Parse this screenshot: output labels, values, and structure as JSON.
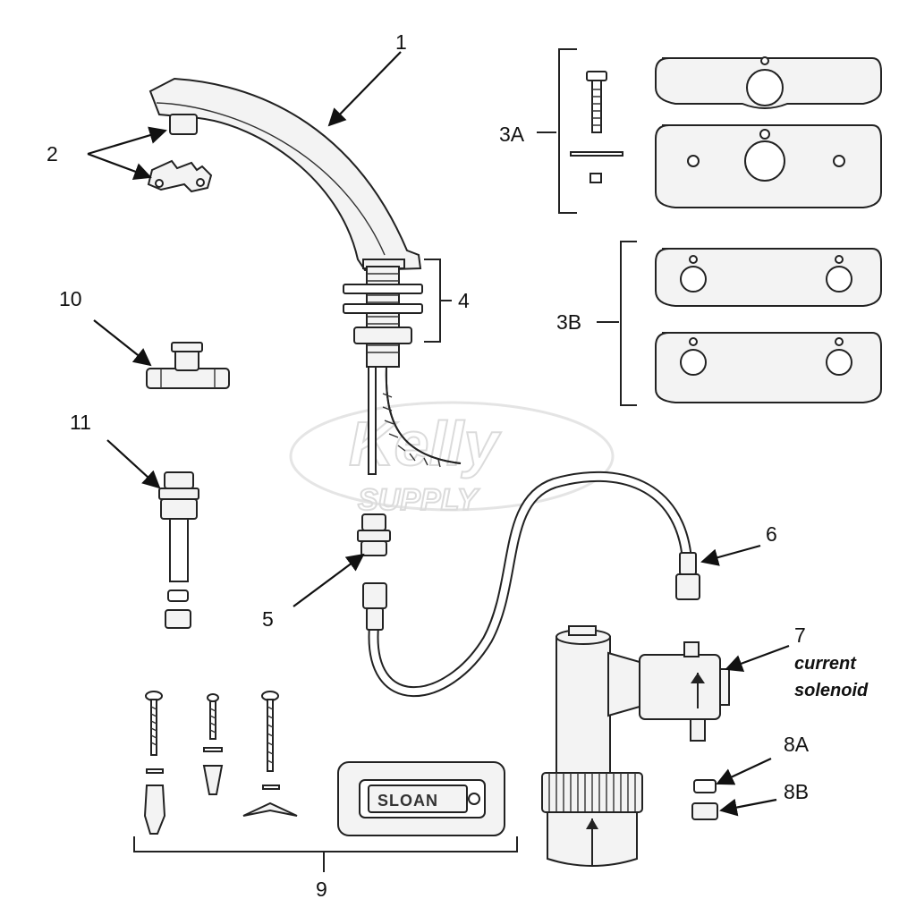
{
  "labels": {
    "l1": "1",
    "l2": "2",
    "l3a": "3A",
    "l3b": "3B",
    "l4": "4",
    "l5": "5",
    "l6": "6",
    "l7": "7",
    "l7_note1": "current",
    "l7_note2": "solenoid",
    "l8a": "8A",
    "l8b": "8B",
    "l9": "9",
    "l10": "10",
    "l11": "11"
  },
  "brand_plate_text": "SLOAN",
  "watermark": {
    "line1": "Kelly",
    "line2": "SUPPLY"
  }
}
